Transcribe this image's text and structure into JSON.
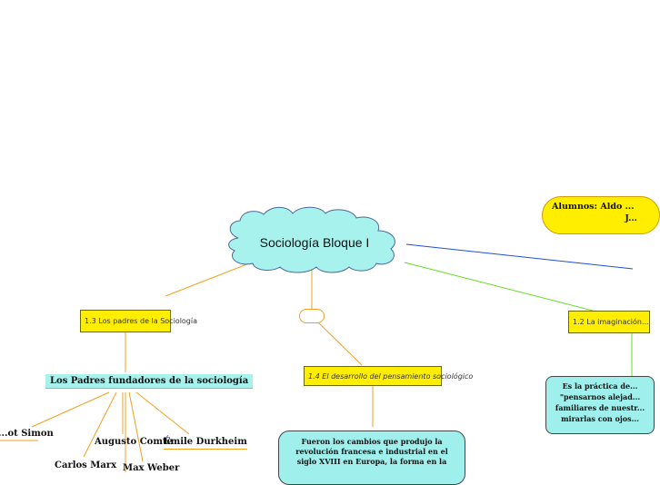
{
  "colors": {
    "cloud_fill": "#a8f2ee",
    "box_yellow": "#ffee00",
    "line_orange": "#f0a020",
    "line_green": "#66dd22",
    "line_blue": "#1f4fd8",
    "box_cyan": "#9ff0ec"
  },
  "central": {
    "label": "Sociología Bloque I"
  },
  "branches": {
    "padres": {
      "label": "1.3 Los padres de la Sociología",
      "child": "Los Padres fundadores de la sociología",
      "founders": [
        "...ot Simon",
        "Augusto Comte",
        "Émile Durkheim",
        "Carlos Marx",
        "Max Weber"
      ]
    },
    "pensamiento": {
      "label": "1.4 El desarrollo del pensamiento sociológico",
      "description_lines": [
        "Fueron los cambios que produjo la",
        "revolución francesa e industrial en el",
        "siglo XVIII en Europa, la forma en la"
      ]
    },
    "imaginacion": {
      "label": "1.2 La imaginación...",
      "description_lines": [
        "Es la práctica de...",
        "\"pensarnos alejad...",
        "familiares de nuestr...",
        "mirarlas con ojos..."
      ]
    }
  },
  "alumnos": {
    "lines": [
      "Alumnos: Aldo ...",
      "J..."
    ]
  }
}
